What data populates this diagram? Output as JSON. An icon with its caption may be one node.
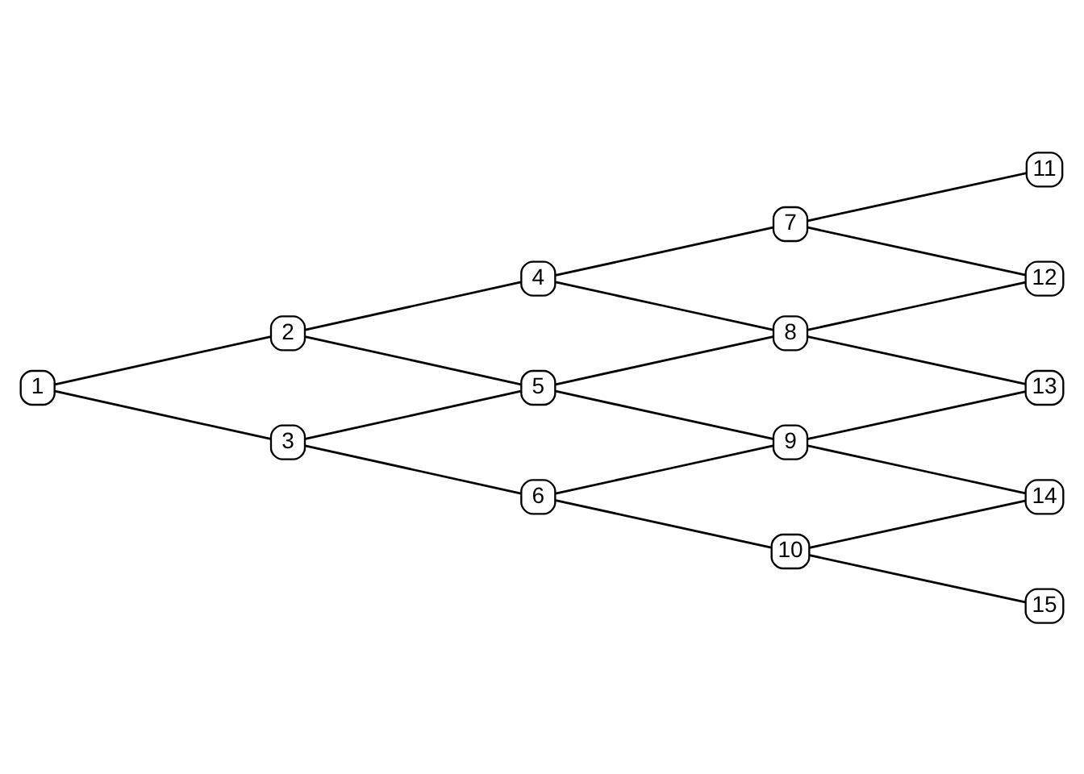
{
  "diagram": {
    "nodes": [
      {
        "text": [
          "1"
        ]
      },
      {
        "text": [
          "2"
        ]
      },
      {
        "text": [
          "3"
        ]
      },
      {
        "text": [
          "4"
        ]
      },
      {
        "text": [
          "5"
        ]
      },
      {
        "text": [
          "6"
        ]
      },
      {
        "text": [
          "7"
        ]
      },
      {
        "text": [
          "8"
        ]
      },
      {
        "text": [
          "9"
        ]
      },
      {
        "text": [
          "10"
        ]
      },
      {
        "text": [
          "11"
        ]
      },
      {
        "text": [
          "12"
        ]
      },
      {
        "text": [
          "13"
        ]
      },
      {
        "text": [
          "14"
        ]
      },
      {
        "text": [
          "15"
        ]
      }
    ],
    "edges": [
      {
        "from": 0,
        "to": 2,
        "arrow": "none"
      },
      {
        "from": 0,
        "to": 1,
        "arrow": "none"
      },
      {
        "from": 2,
        "to": 5,
        "arrow": "none"
      },
      {
        "from": 2,
        "to": 4,
        "arrow": "none"
      },
      {
        "from": 1,
        "to": 4,
        "arrow": "none"
      },
      {
        "from": 1,
        "to": 3,
        "arrow": "none"
      },
      {
        "from": 5,
        "to": 9,
        "arrow": "none"
      },
      {
        "from": 5,
        "to": 8,
        "arrow": "none"
      },
      {
        "from": 4,
        "to": 8,
        "arrow": "none"
      },
      {
        "from": 4,
        "to": 7,
        "arrow": "none"
      },
      {
        "from": 3,
        "to": 7,
        "arrow": "none"
      },
      {
        "from": 3,
        "to": 6,
        "arrow": "none"
      },
      {
        "from": 9,
        "to": 14,
        "arrow": "none"
      },
      {
        "from": 9,
        "to": 13,
        "arrow": "none"
      },
      {
        "from": 8,
        "to": 13,
        "arrow": "none"
      },
      {
        "from": 8,
        "to": 12,
        "arrow": "none"
      },
      {
        "from": 7,
        "to": 12,
        "arrow": "none"
      },
      {
        "from": 7,
        "to": 11,
        "arrow": "none"
      },
      {
        "from": 6,
        "to": 11,
        "arrow": "none"
      },
      {
        "from": 6,
        "to": 10,
        "arrow": "none"
      }
    ]
  }
}
